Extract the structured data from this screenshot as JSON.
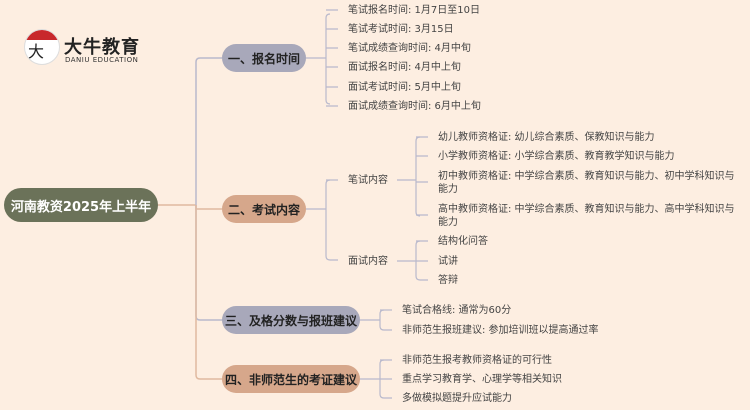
{
  "logo": {
    "glyph": "大牛",
    "title": "大牛教育",
    "subtitle": "DANIU EDUCATION"
  },
  "root": {
    "label": "河南教资2025年上半年"
  },
  "colors": {
    "background": "#fdeee1",
    "root": "#6b7259",
    "gray_branch": "#a8a8ba",
    "tan_branch": "#d6a78b"
  },
  "branches": [
    {
      "label": "一、报名时间",
      "items": [
        "笔试报名时间: 1月7日至10日",
        "笔试考试时间: 3月15日",
        "笔试成绩查询时间: 4月中旬",
        "面试报名时间: 4月中上旬",
        "面试考试时间: 5月中上旬",
        "面试成绩查询时间: 6月中上旬"
      ]
    },
    {
      "label": "二、考试内容",
      "sub": [
        {
          "label": "笔试内容",
          "items": [
            "幼儿教师资格证: 幼儿综合素质、保教知识与能力",
            "小学教师资格证: 小学综合素质、教育教学知识与能力",
            "初中教师资格证: 中学综合素质、教育知识与能力、初中学科知识与能力",
            "高中教师资格证: 中学综合素质、教育知识与能力、高中学科知识与能力"
          ]
        },
        {
          "label": "面试内容",
          "items": [
            "结构化问答",
            "试讲",
            "答辩"
          ]
        }
      ]
    },
    {
      "label": "三、及格分数与报班建议",
      "items": [
        "笔试合格线: 通常为60分",
        "非师范生报班建议: 参加培训班以提高通过率"
      ]
    },
    {
      "label": "四、非师范生的考证建议",
      "items": [
        "非师范生报考教师资格证的可行性",
        "重点学习教育学、心理学等相关知识",
        "多做模拟题提升应试能力"
      ]
    }
  ]
}
